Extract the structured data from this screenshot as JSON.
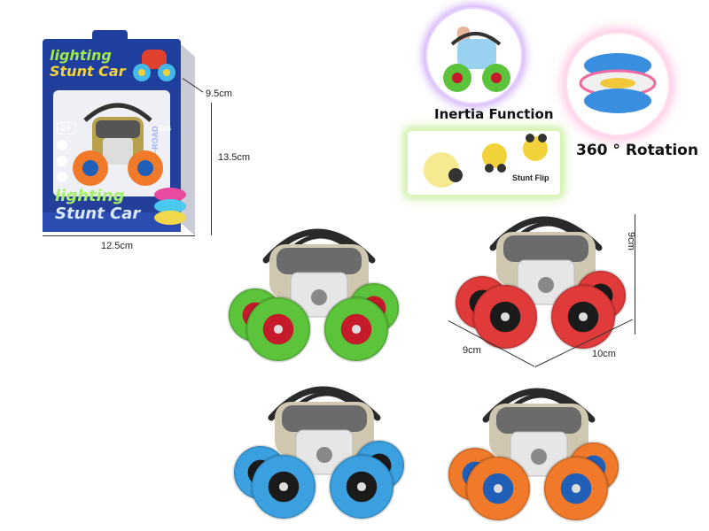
{
  "package": {
    "title_line1": "lighting",
    "title_line2": "Stunt Car",
    "front_title_line1": "lighting",
    "front_title_line2": "Stunt Car",
    "age": "3+",
    "drive": "4x4",
    "offroad": "OFF-ROAD",
    "dim_width": "12.5cm",
    "dim_depth": "9.5cm",
    "dim_height": "13.5cm"
  },
  "features": {
    "inertia_label": "Inertia Function",
    "rotation_label": "360 ° Rotation",
    "stunt_flip_label": "Stunt Flip"
  },
  "product_dims": {
    "height": "9cm",
    "depth": "9cm",
    "width": "10cm"
  },
  "cars": [
    {
      "variant": "green",
      "tire": "#5cc43a",
      "hub": "#c41a2a"
    },
    {
      "variant": "red",
      "tire": "#e03a3a",
      "hub": "#1a1a1a"
    },
    {
      "variant": "blue",
      "tire": "#3aa0e0",
      "hub": "#1a1a1a"
    },
    {
      "variant": "orange",
      "tire": "#f07a2a",
      "hub": "#1f5fb8"
    }
  ]
}
